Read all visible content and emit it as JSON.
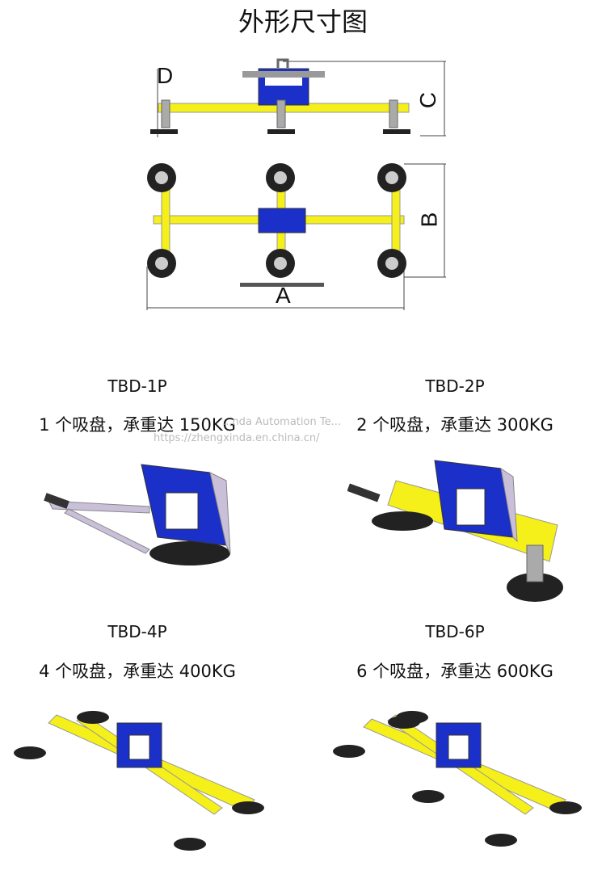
{
  "title": "外形尺寸图",
  "dimensions": {
    "a": "A",
    "b": "B",
    "c": "C",
    "d": "D"
  },
  "products": [
    {
      "model": "TBD-1P",
      "caption": "1 个吸盘，承重达 150KG"
    },
    {
      "model": "TBD-2P",
      "caption": "2 个吸盘，承重达 300KG"
    },
    {
      "model": "TBD-4P",
      "caption": "4 个吸盘，承重达 400KG"
    },
    {
      "model": "TBD-6P",
      "caption": "6 个吸盘，承重达 600KG"
    }
  ],
  "watermark": {
    "company": "...nda Automation Te...",
    "url": "https://zhengxinda.en.china.cn/"
  },
  "colors": {
    "frame": "#f5ef1a",
    "box": "#1b2fc9",
    "pad": "#222222",
    "arm": "#c9bfd9"
  }
}
